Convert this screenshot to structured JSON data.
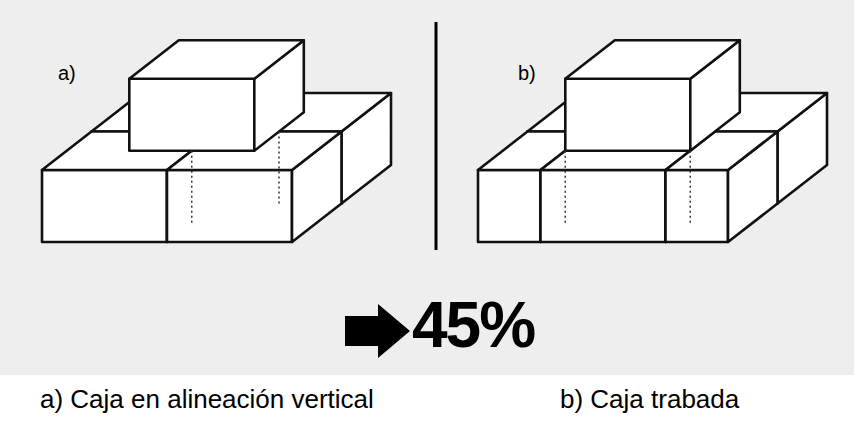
{
  "diagram": {
    "labels": [
      "a)",
      "b)",
      "45%",
      "a) Caja en alineación vertical",
      "b) Caja trabada"
    ]
  }
}
